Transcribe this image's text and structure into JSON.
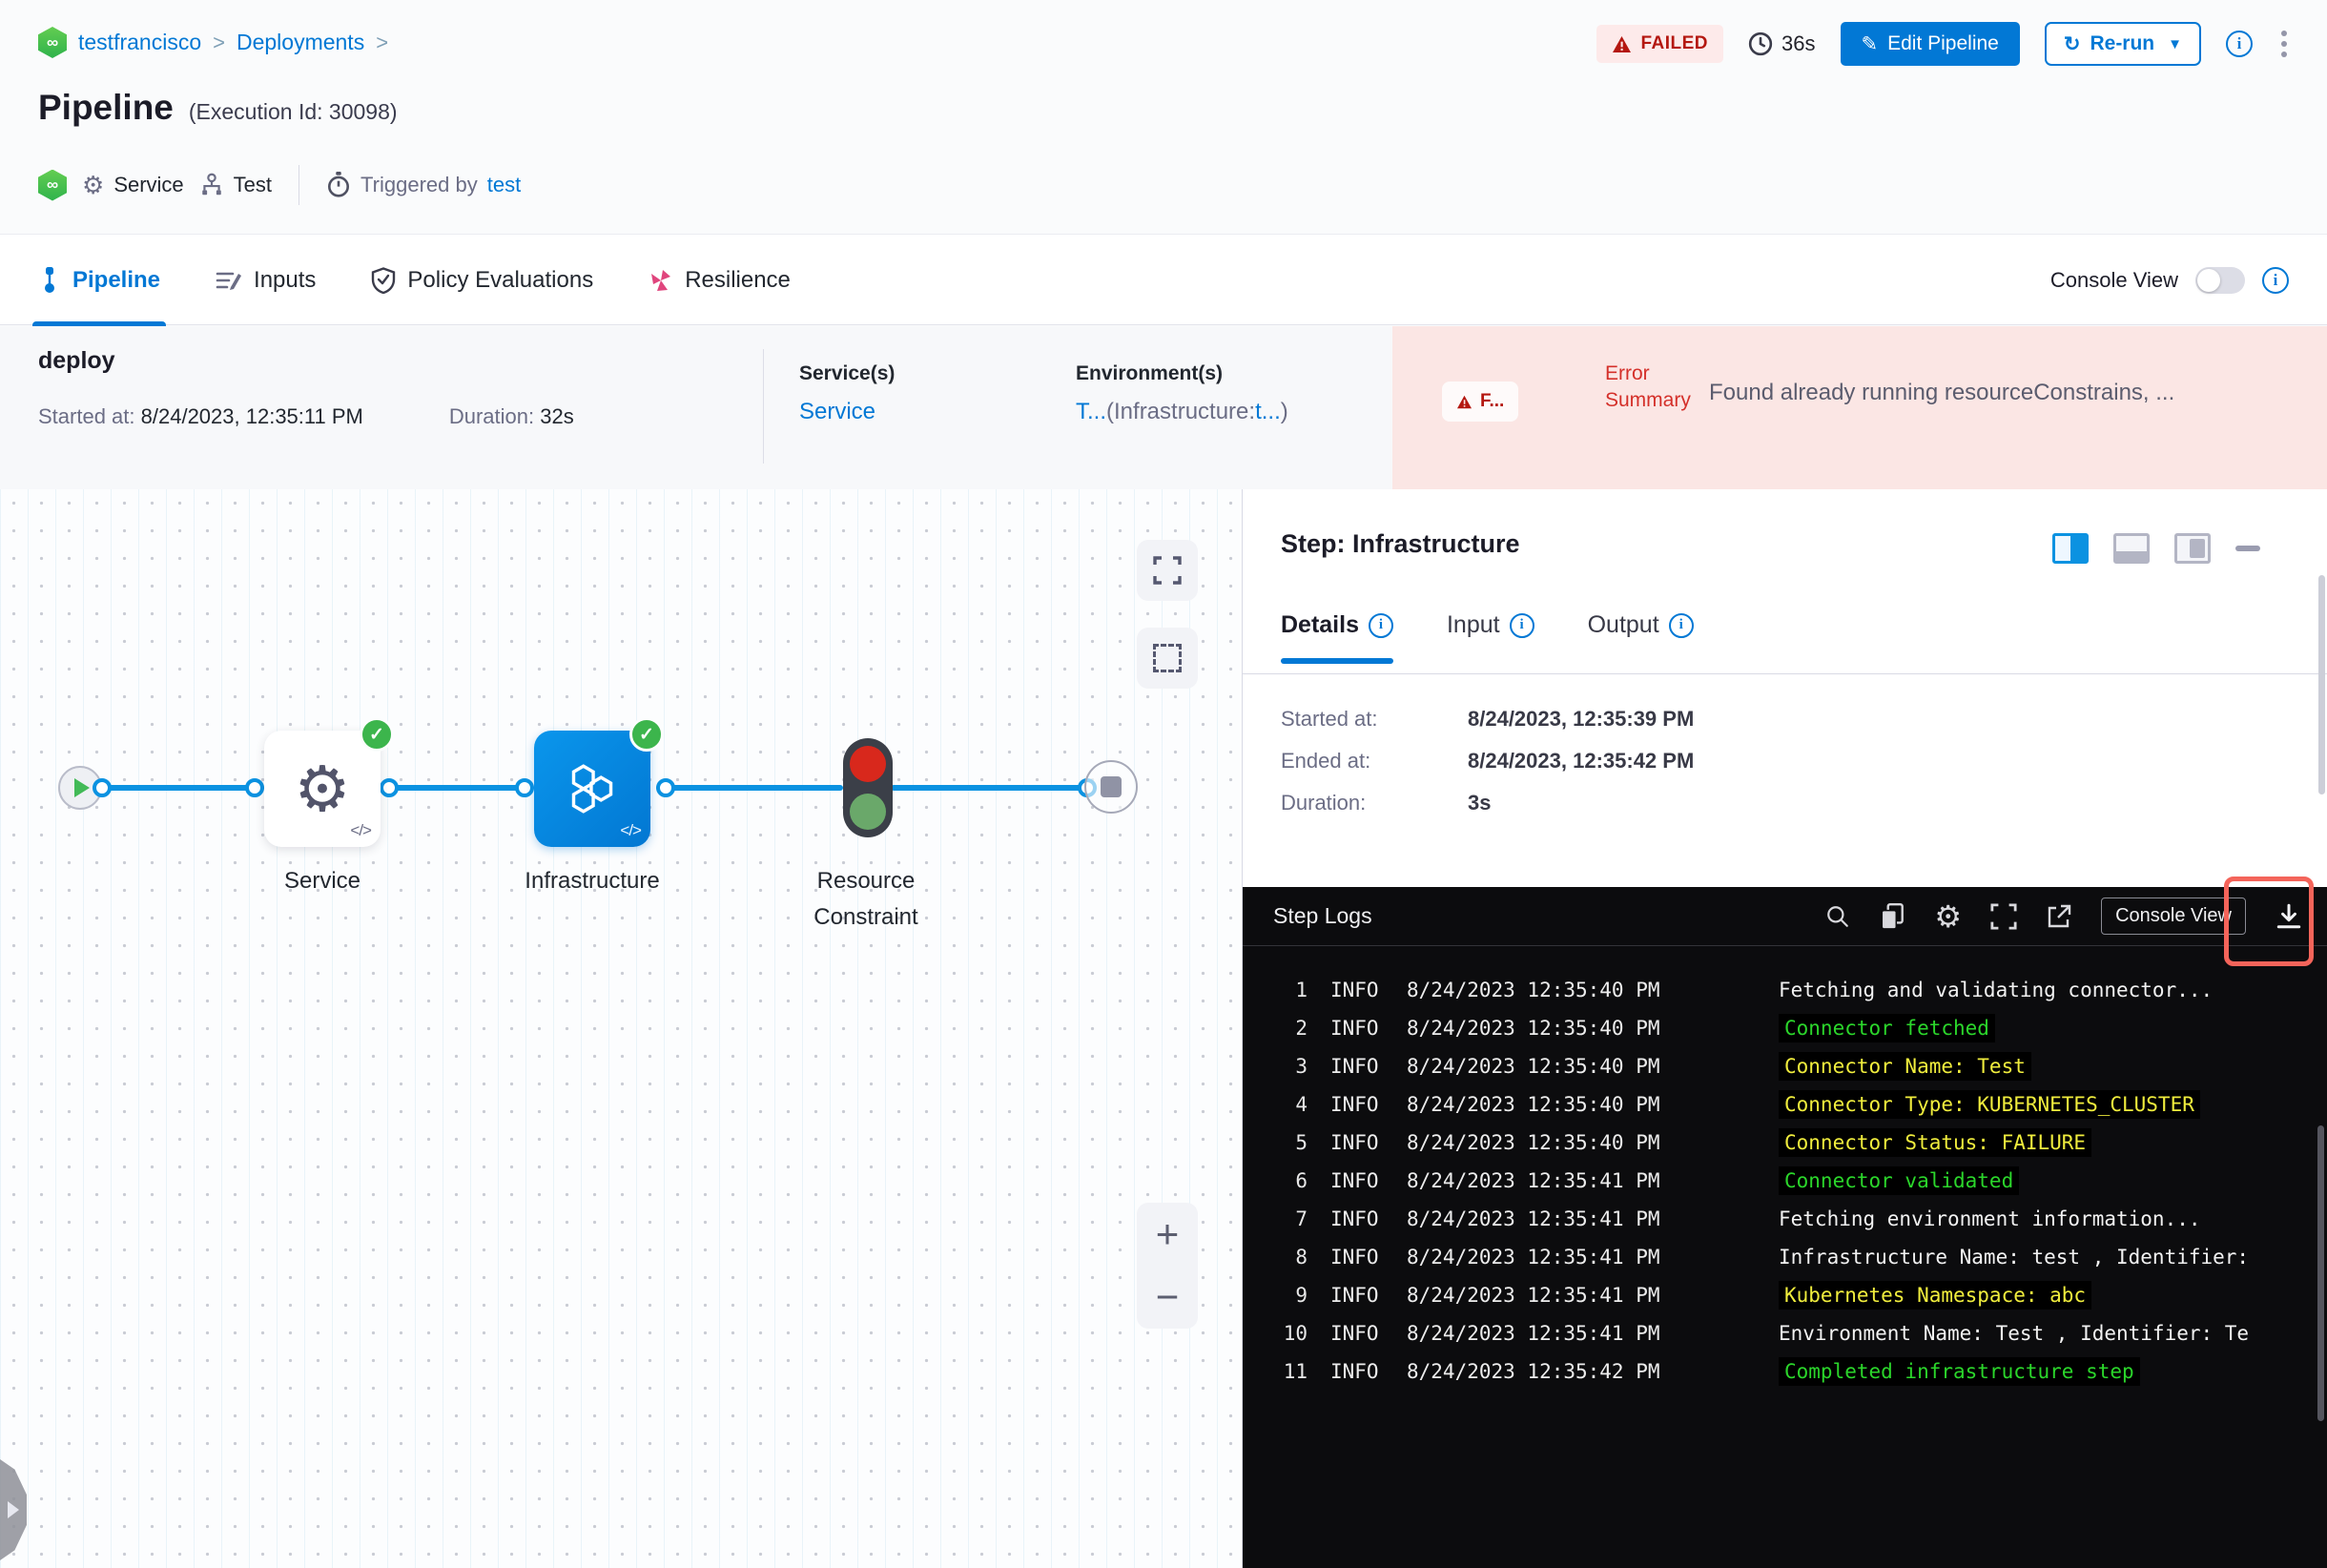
{
  "header": {
    "breadcrumb": {
      "project": "testfrancisco",
      "chevron1": ">",
      "section": "Deployments",
      "chevron2": ">"
    },
    "title": "Pipeline",
    "execution_id": "(Execution Id: 30098)",
    "status": "FAILED",
    "elapsed": "36s",
    "buttons": {
      "edit": "Edit Pipeline",
      "rerun": "Re-run"
    },
    "meta": {
      "service": "Service",
      "environment": "Test",
      "triggered_by_label": "Triggered by",
      "triggered_by_user": "test"
    }
  },
  "tabbar": {
    "tabs": [
      {
        "label": "Pipeline"
      },
      {
        "label": "Inputs"
      },
      {
        "label": "Policy Evaluations"
      },
      {
        "label": "Resilience"
      }
    ],
    "console_view": "Console View"
  },
  "stage": {
    "name": "deploy",
    "started_label": "Started at:",
    "started": "8/24/2023, 12:35:11 PM",
    "duration_label": "Duration:",
    "duration": "32s",
    "services_label": "Service(s)",
    "service": "Service",
    "environments_label": "Environment(s)",
    "env_part1": "T...",
    "env_part2": "(Infrastructure:",
    "env_part3": "t...",
    "env_part4": ")",
    "error_badge": "F...",
    "error_label_line1": "Error",
    "error_label_line2": "Summary",
    "error_message": "Found already running resourceConstrains, ..."
  },
  "graph": {
    "code_glyph": "</>",
    "nodes": [
      {
        "label": "Service"
      },
      {
        "label": "Infrastructure"
      },
      {
        "label": "Resource Constraint"
      }
    ]
  },
  "step_panel": {
    "title": "Step: Infrastructure",
    "tabs": [
      {
        "label": "Details"
      },
      {
        "label": "Input"
      },
      {
        "label": "Output"
      }
    ],
    "fields": [
      {
        "label": "Started at:",
        "value": "8/24/2023, 12:35:39 PM"
      },
      {
        "label": "Ended at:",
        "value": "8/24/2023, 12:35:42 PM"
      },
      {
        "label": "Duration:",
        "value": "3s"
      }
    ]
  },
  "logs": {
    "title": "Step Logs",
    "console_view": "Console View",
    "lines": [
      {
        "num": "1",
        "level": "INFO",
        "ts": "8/24/2023 12:35:40 PM",
        "msg": "Fetching and validating connector...",
        "color": "white"
      },
      {
        "num": "2",
        "level": "INFO",
        "ts": "8/24/2023 12:35:40 PM",
        "msg": "Connector fetched",
        "color": "green"
      },
      {
        "num": "3",
        "level": "INFO",
        "ts": "8/24/2023 12:35:40 PM",
        "msg": "Connector Name: Test",
        "color": "yellow"
      },
      {
        "num": "4",
        "level": "INFO",
        "ts": "8/24/2023 12:35:40 PM",
        "msg": "Connector Type: KUBERNETES_CLUSTER",
        "color": "yellow"
      },
      {
        "num": "5",
        "level": "INFO",
        "ts": "8/24/2023 12:35:40 PM",
        "msg": "Connector Status: FAILURE",
        "color": "yellow"
      },
      {
        "num": "6",
        "level": "INFO",
        "ts": "8/24/2023 12:35:41 PM",
        "msg": "Connector validated",
        "color": "green"
      },
      {
        "num": "7",
        "level": "INFO",
        "ts": "8/24/2023 12:35:41 PM",
        "msg": "Fetching environment information...",
        "color": "white"
      },
      {
        "num": "8",
        "level": "INFO",
        "ts": "8/24/2023 12:35:41 PM",
        "msg": "Infrastructure Name: test , Identifier:",
        "color": "white"
      },
      {
        "num": "9",
        "level": "INFO",
        "ts": "8/24/2023 12:35:41 PM",
        "msg": "Kubernetes Namespace: abc",
        "color": "yellow"
      },
      {
        "num": "10",
        "level": "INFO",
        "ts": "8/24/2023 12:35:41 PM",
        "msg": "Environment Name: Test , Identifier: Te",
        "color": "white"
      },
      {
        "num": "11",
        "level": "INFO",
        "ts": "8/24/2023 12:35:42 PM",
        "msg": "Completed infrastructure step",
        "color": "green"
      }
    ]
  },
  "colors": {
    "accent": "#0278d5",
    "failed_red": "#b41710",
    "log_green": "#2bd62b",
    "log_yellow": "#f0ed3d"
  }
}
